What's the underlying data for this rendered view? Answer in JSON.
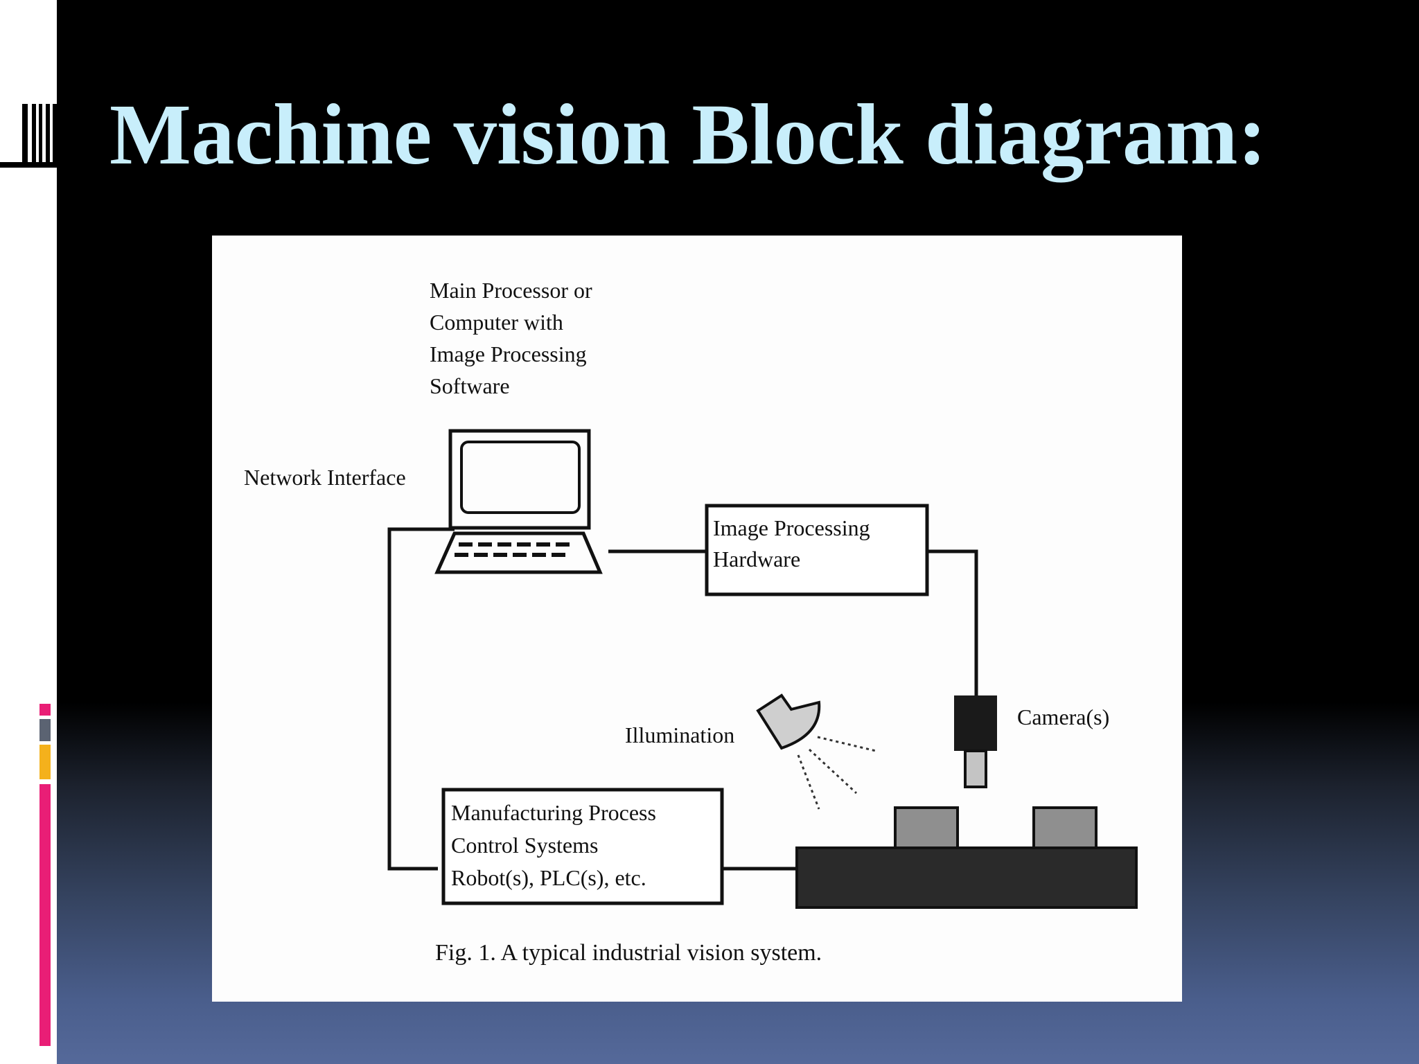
{
  "slide": {
    "title": "Machine vision Block diagram:"
  },
  "colors": {
    "title": "#c8eefb",
    "accent_pink": "#e91e76",
    "accent_gray": "#5b6372",
    "accent_orange": "#f4b11c"
  },
  "diagram": {
    "labels": {
      "processor_line1": "Main Processor or",
      "processor_line2": "Computer with",
      "processor_line3": "Image Processing",
      "processor_line4": "Software",
      "network_interface": "Network Interface",
      "hardware_line1": "Image Processing",
      "hardware_line2": "Hardware",
      "illumination": "Illumination",
      "camera": "Camera(s)",
      "control_line1": "Manufacturing Process",
      "control_line2": "Control Systems",
      "control_line3": "Robot(s), PLC(s), etc."
    },
    "caption": "Fig. 1. A typical industrial vision system."
  }
}
